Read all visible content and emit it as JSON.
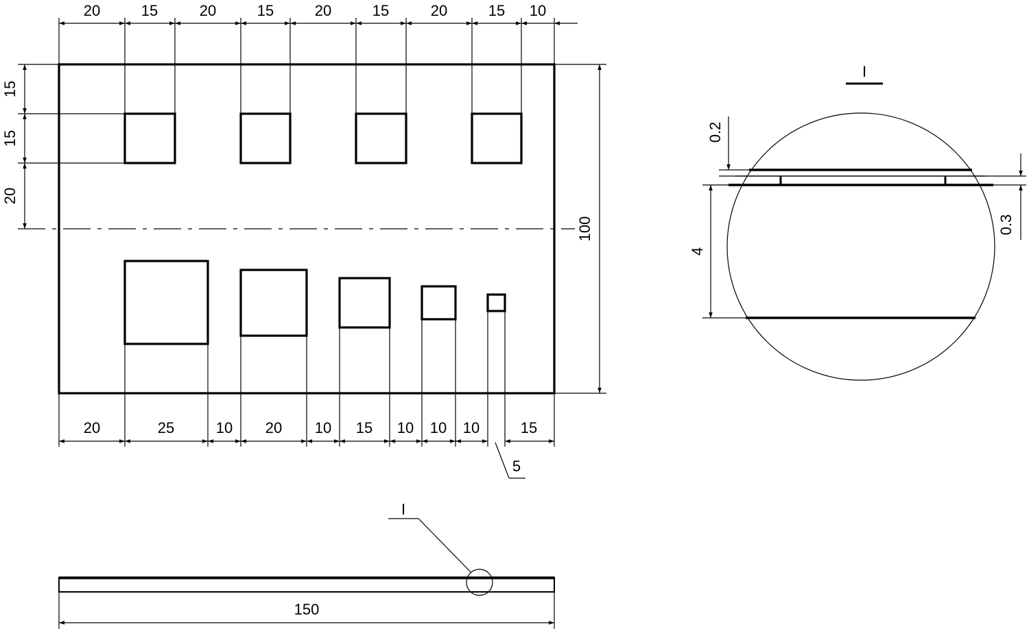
{
  "top_dims": [
    "20",
    "15",
    "20",
    "15",
    "20",
    "15",
    "20",
    "15",
    "10"
  ],
  "left_dims": [
    "15",
    "15",
    "20"
  ],
  "right_dim": "100",
  "bottom_dims": [
    "20",
    "25",
    "10",
    "20",
    "10",
    "15",
    "10",
    "10",
    "10",
    "15"
  ],
  "small_hole_dim": "5",
  "side_view_length": "150",
  "section_label": "I",
  "detail": {
    "label": "I",
    "top_gap": "0.2",
    "side_gap": "0.3",
    "height": "4"
  }
}
